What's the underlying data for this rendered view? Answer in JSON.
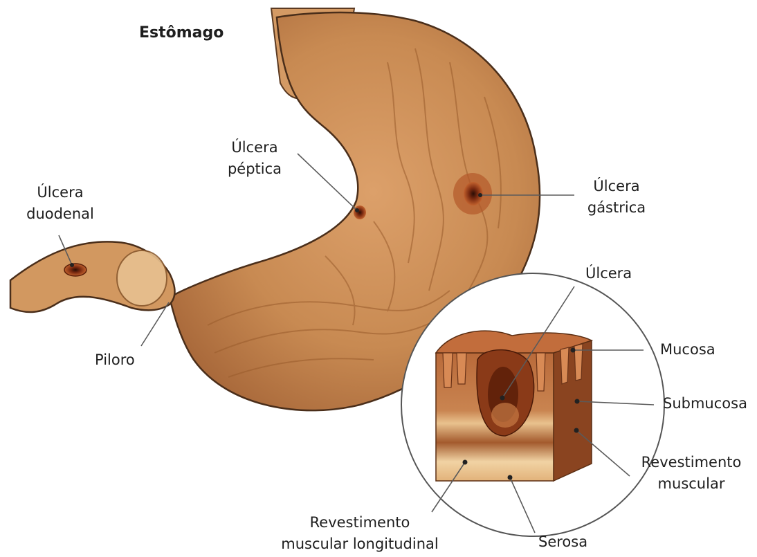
{
  "title": "Estômago",
  "labels": {
    "peptic": [
      "Úlcera",
      "péptica"
    ],
    "duodenal": [
      "Úlcera",
      "duodenal"
    ],
    "gastric": [
      "Úlcera",
      "gástrica"
    ],
    "pylorus": "Piloro",
    "ulcer": "Úlcera",
    "mucosa": "Mucosa",
    "submucosa": "Submucosa",
    "muscle_lining": [
      "Revestimento",
      "muscular"
    ],
    "longitudinal_muscle": [
      "Revestimento",
      "muscular longitudinal"
    ],
    "serosa": "Serosa"
  },
  "colors": {
    "stomach": "#c98b52",
    "stomach_dark": "#9e6330",
    "ulcer": "#7a2a10",
    "leader_line": "#5a5a5a"
  }
}
